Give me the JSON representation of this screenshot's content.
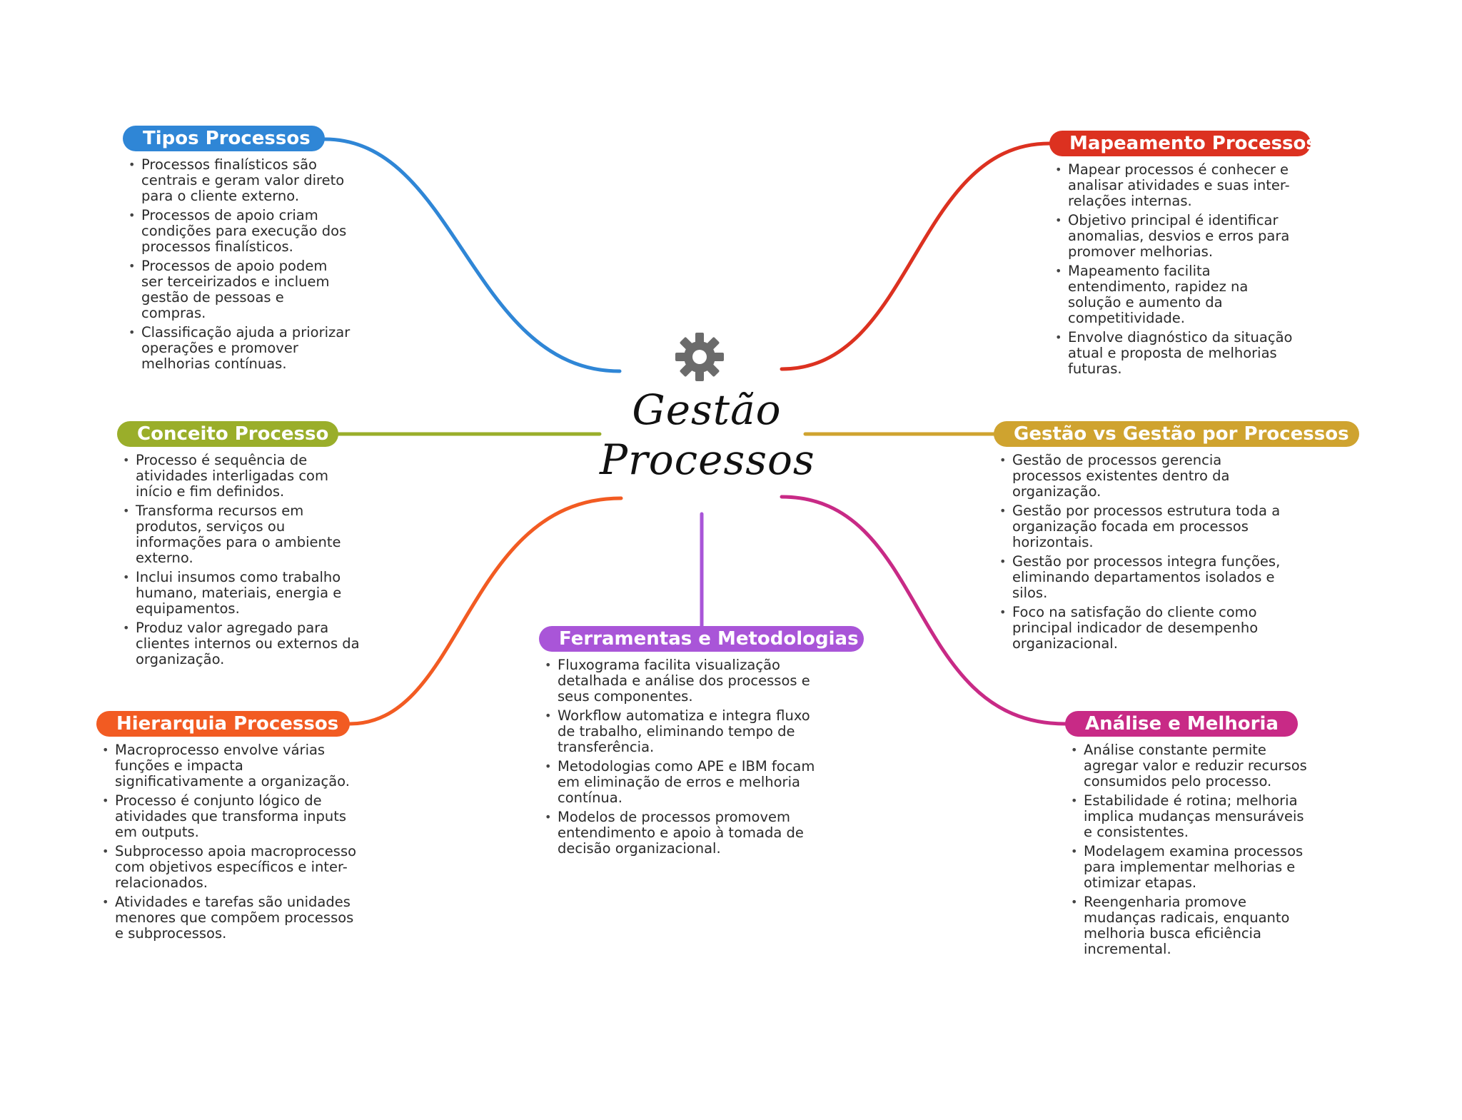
{
  "center": {
    "icon": "gear-icon",
    "title_line1": "Gestão",
    "title_line2": "Processos"
  },
  "branches": [
    {
      "key": "tipos",
      "label": "Tipos Processos",
      "color": "#2f86d6",
      "items": [
        "Processos finalísticos são centrais e geram valor direto para o cliente externo.",
        "Processos de apoio criam condições para execução dos processos finalísticos.",
        "Processos de apoio podem ser terceirizados e incluem gestão de pessoas e compras.",
        "Classificação ajuda a priorizar operações e promover melhorias contínuas."
      ]
    },
    {
      "key": "conceito",
      "label": "Conceito Processo",
      "color": "#9aae2a",
      "items": [
        "Processo é sequência de atividades interligadas com início e fim definidos.",
        "Transforma recursos em produtos, serviços ou informações para o ambiente externo.",
        "Inclui insumos como trabalho humano, materiais, energia e equipamentos.",
        "Produz valor agregado para clientes internos ou externos da organização."
      ]
    },
    {
      "key": "hierarquia",
      "label": "Hierarquia Processos",
      "color": "#f25b22",
      "items": [
        "Macroprocesso envolve várias funções e impacta significativamente a organização.",
        "Processo é conjunto lógico de atividades que transforma inputs em outputs.",
        "Subprocesso apoia macroprocesso com objetivos específicos e inter-relacionados.",
        "Atividades e tarefas são unidades menores que compõem processos e subprocessos."
      ]
    },
    {
      "key": "ferramentas",
      "label": "Ferramentas e Metodologias",
      "color": "#a955d8",
      "items": [
        "Fluxograma facilita visualização detalhada e análise dos processos e seus componentes.",
        "Workflow automatiza e integra fluxo de trabalho, eliminando tempo de transferência.",
        "Metodologias como APE e IBM focam em eliminação de erros e melhoria contínua.",
        "Modelos de processos promovem entendimento e apoio à tomada de decisão organizacional."
      ]
    },
    {
      "key": "mapeamento",
      "label": "Mapeamento Processos",
      "color": "#dc3120",
      "items": [
        "Mapear processos é conhecer e analisar atividades e suas inter-relações internas.",
        "Objetivo principal é identificar anomalias, desvios e erros para promover melhorias.",
        "Mapeamento facilita entendimento, rapidez na solução e aumento da competitividade.",
        "Envolve diagnóstico da situação atual e proposta de melhorias futuras."
      ]
    },
    {
      "key": "gestao-vs",
      "label": "Gestão vs Gestão por Processos",
      "color": "#cfa32f",
      "items": [
        "Gestão de processos gerencia processos existentes dentro da organização.",
        "Gestão por processos estrutura toda a organização focada em processos horizontais.",
        "Gestão por processos integra funções, eliminando departamentos isolados e silos.",
        "Foco na satisfação do cliente como principal indicador de desempenho organizacional."
      ]
    },
    {
      "key": "analise",
      "label": "Análise e Melhoria",
      "color": "#c82a86",
      "items": [
        "Análise constante permite agregar valor e reduzir recursos consumidos pelo processo.",
        "Estabilidade é rotina; melhoria implica mudanças mensuráveis e consistentes.",
        "Modelagem examina processos para implementar melhorias e otimizar etapas.",
        "Reengenharia promove mudanças radicais, enquanto melhoria busca eficiência incremental."
      ]
    }
  ]
}
